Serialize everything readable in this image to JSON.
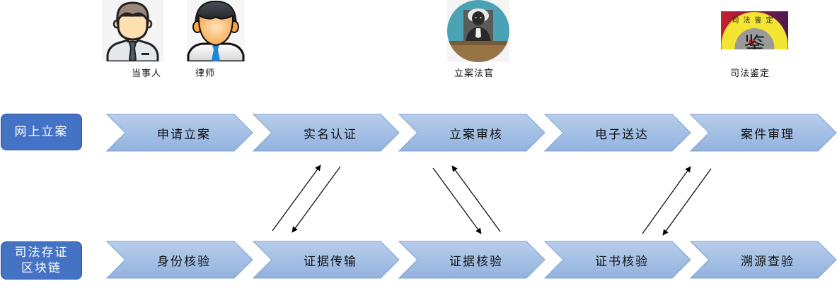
{
  "actors": [
    {
      "id": "party",
      "label": "当事人",
      "icon": "person-tie-icon"
    },
    {
      "id": "lawyer",
      "label": "律师",
      "icon": "lawyer-blue-tie-icon"
    },
    {
      "id": "judge",
      "label": "立案法官",
      "icon": "judge-icon"
    },
    {
      "id": "appraisal",
      "label": "司法鉴定",
      "icon": "appraisal-seal-icon"
    },
    {
      "seal_text": "司法鉴定",
      "seal_char": "鉴"
    }
  ],
  "rows": [
    {
      "header": "网上立案",
      "header_lines": [
        "网上立案"
      ],
      "steps": [
        "申请立案",
        "实名认证",
        "立案审核",
        "电子送达",
        "案件审理"
      ]
    },
    {
      "header": "司法存证区块链",
      "header_lines": [
        "司法存证",
        "区块链"
      ],
      "steps": [
        "身份核验",
        "证据传输",
        "证据核验",
        "证书核验",
        "溯源查验"
      ]
    }
  ],
  "links": [
    {
      "from": "证据传输",
      "to": "实名认证",
      "direction": "up"
    },
    {
      "from": "实名认证",
      "to": "证据传输",
      "direction": "down"
    },
    {
      "from": "立案审核",
      "to": "证据核验",
      "direction": "down"
    },
    {
      "from": "证据核验",
      "to": "立案审核",
      "direction": "up"
    },
    {
      "from": "证书核验",
      "to": "案件审理",
      "direction": "up"
    },
    {
      "from": "案件审理",
      "to": "证书核验",
      "direction": "down"
    }
  ],
  "colors": {
    "header_fill": "#4472c4",
    "header_border": "#2f528f",
    "chevron_top": "#b7cdea",
    "chevron_bottom": "#92b3df",
    "chevron_border": "#7ea2d3",
    "arrow": "#000000"
  }
}
